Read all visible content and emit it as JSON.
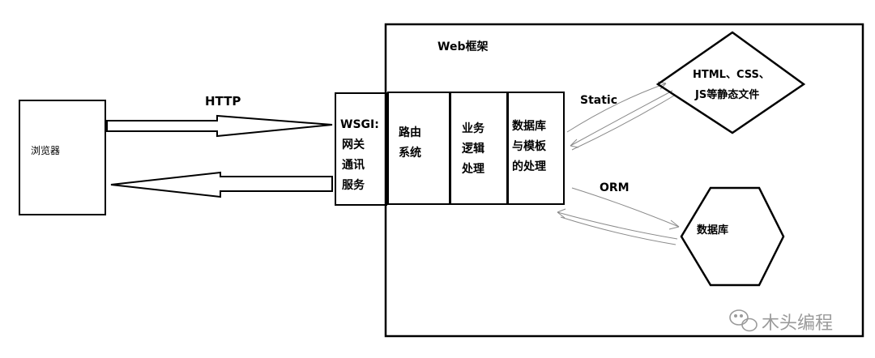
{
  "browser": {
    "label": "浏览器"
  },
  "http": {
    "label": "HTTP"
  },
  "framework": {
    "title": "Web框架"
  },
  "wsgi": {
    "lines": [
      "WSGI:",
      "网关",
      "通讯",
      "服务"
    ]
  },
  "routing": {
    "lines": [
      "路由",
      "系统"
    ]
  },
  "business": {
    "lines": [
      "业务",
      "逻辑",
      "处理"
    ]
  },
  "db_template": {
    "lines": [
      "数据库",
      "与模板",
      "的处理"
    ]
  },
  "static": {
    "label": "Static"
  },
  "static_files": {
    "lines": [
      "HTML、CSS、",
      "JS等静态文件"
    ]
  },
  "orm": {
    "label": "ORM"
  },
  "database": {
    "label": "数据库"
  },
  "watermark": {
    "text": "木头编程",
    "icon": "wechat-icon"
  }
}
